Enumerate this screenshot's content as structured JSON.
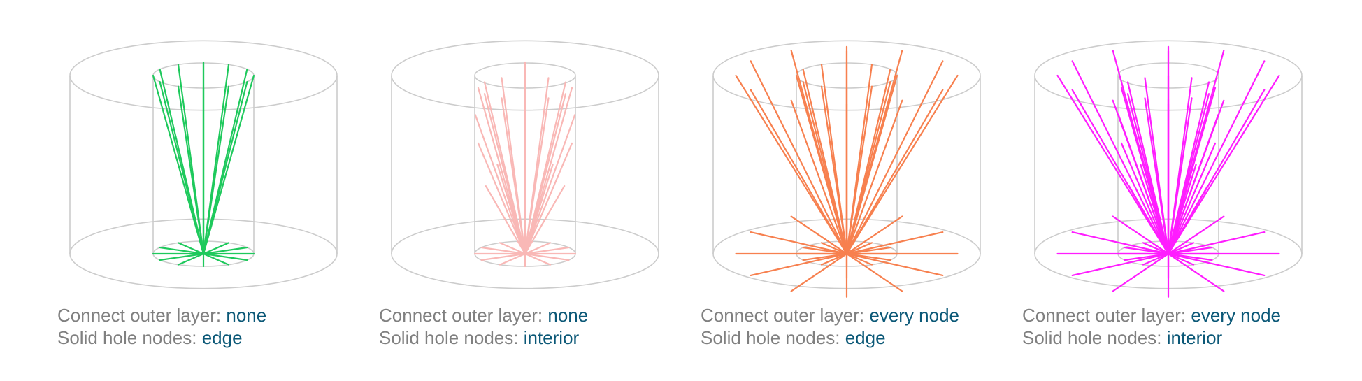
{
  "panels": [
    {
      "line1_label": "Connect outer layer:",
      "line1_value": "none",
      "line2_label": "Solid hole nodes:",
      "line2_value": "edge",
      "color": "#1ec95c",
      "outer": false,
      "interior": false
    },
    {
      "line1_label": "Connect outer layer:",
      "line1_value": "none",
      "line2_label": "Solid hole nodes:",
      "line2_value": "interior",
      "color": "#f9b8b6",
      "outer": false,
      "interior": true
    },
    {
      "line1_label": "Connect outer layer:",
      "line1_value": "every node",
      "line2_label": "Solid hole nodes:",
      "line2_value": "edge",
      "color": "#f7804f",
      "outer": true,
      "interior": false
    },
    {
      "line1_label": "Connect outer layer:",
      "line1_value": "every node",
      "line2_label": "Solid hole nodes:",
      "line2_value": "interior",
      "color": "#ff1dff",
      "outer": true,
      "interior": true
    }
  ],
  "colors": {
    "wireframe": "#cccccc",
    "label": "#808080",
    "value": "#0b5877"
  }
}
